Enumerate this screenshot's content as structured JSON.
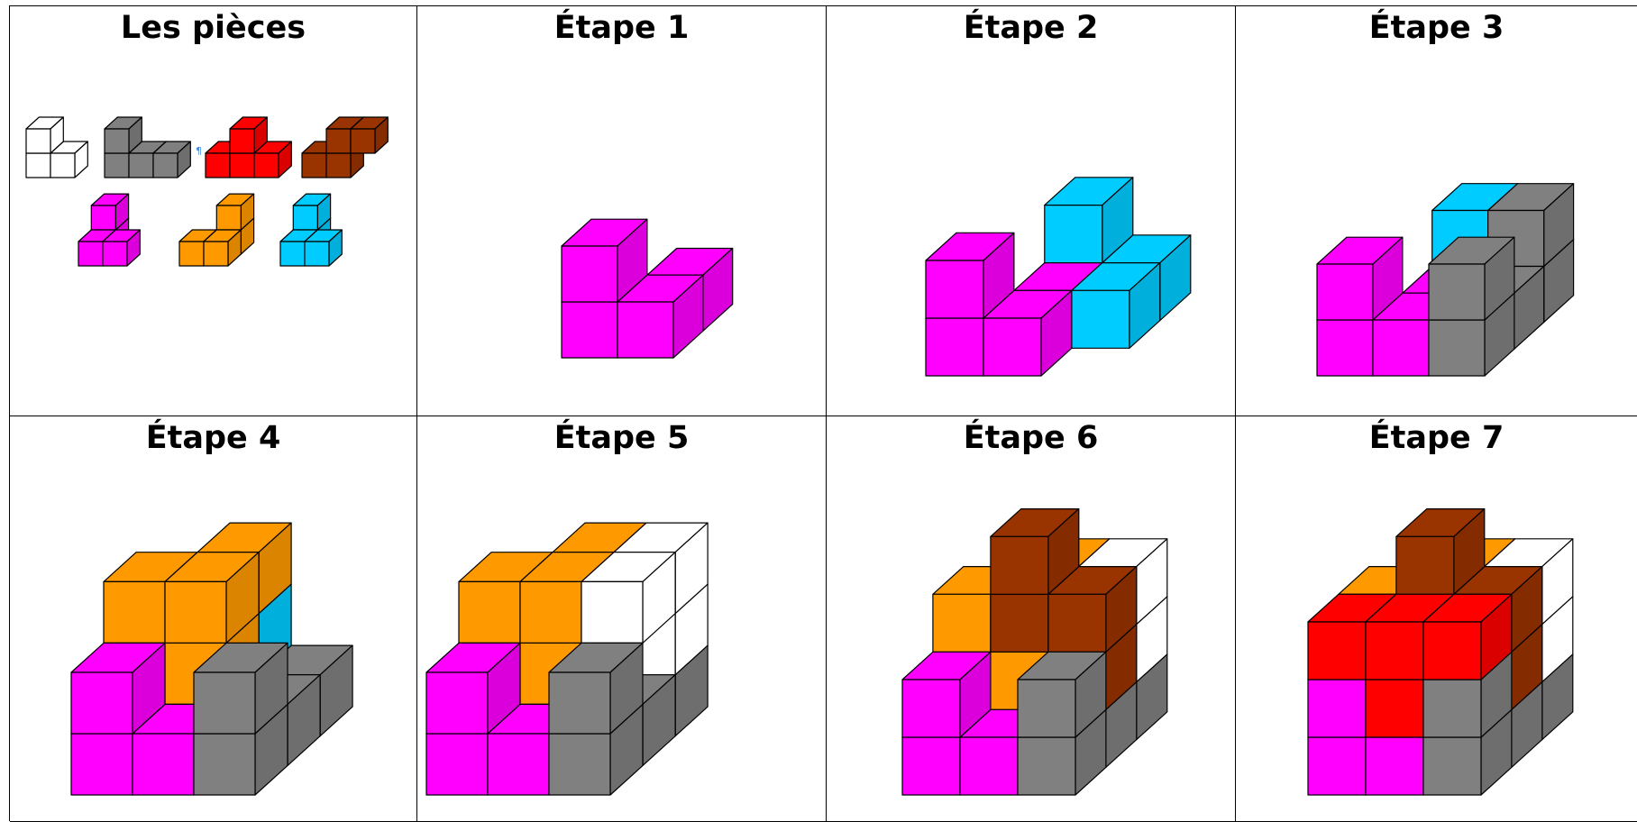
{
  "headers": [
    "Les pièces",
    "Étape 1",
    "Étape 2",
    "Étape 3",
    "Étape 4",
    "Étape 5",
    "Étape 6",
    "Étape 7"
  ],
  "pieces": [
    {
      "name": "blanc",
      "color": "#ffffff"
    },
    {
      "name": "gris",
      "color": "#808080"
    },
    {
      "name": "rouge",
      "color": "#ff0000"
    },
    {
      "name": "marron",
      "color": "#993300"
    },
    {
      "name": "magenta",
      "color": "#ff00ff"
    },
    {
      "name": "orange",
      "color": "#ff9900"
    },
    {
      "name": "cyan",
      "color": "#00ccff"
    }
  ],
  "pilcrow": "¶"
}
